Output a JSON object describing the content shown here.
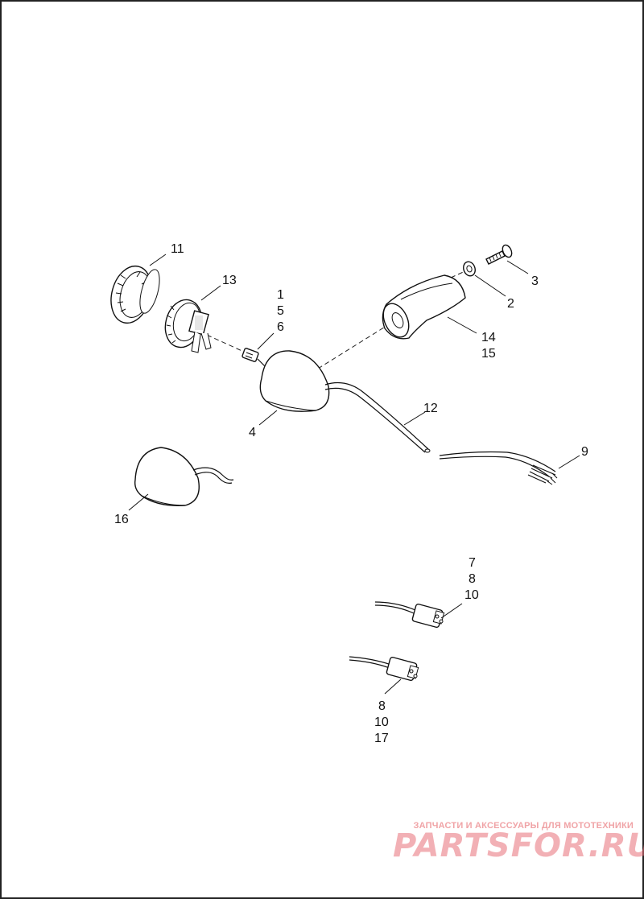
{
  "callouts": {
    "c11": "11",
    "c13": "13",
    "c1": "1",
    "c5": "5",
    "c6": "6",
    "c3": "3",
    "c2": "2",
    "c14": "14",
    "c15": "15",
    "c12": "12",
    "c4": "4",
    "c9": "9",
    "c16": "16",
    "c7": "7",
    "c8a": "8",
    "c10a": "10",
    "c8b": "8",
    "c10b": "10",
    "c17": "17"
  },
  "watermark": {
    "caption": "ЗАПЧАСТИ И АКСЕССУАРЫ ДЛЯ МОТОТЕХНИКИ",
    "brand": "PARTSFOR.RU",
    "caption_color": "#f0a3a6",
    "brand_color": "#e9707a"
  }
}
